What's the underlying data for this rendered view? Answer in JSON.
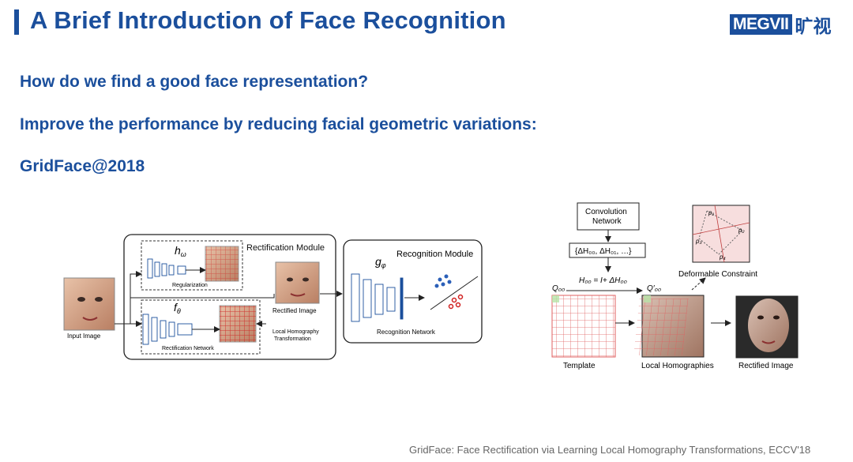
{
  "header": {
    "title": "A Brief Introduction of Face Recognition",
    "logo_text": "MEGVII",
    "logo_cn": "旷视",
    "accent_color": "#1b4f9c"
  },
  "bullets": [
    "How do we find a good face representation?",
    "Improve the performance by reducing facial geometric variations:",
    "GridFace@2018"
  ],
  "left_diagram": {
    "rectification_module": "Rectification Module",
    "h_omega": "h",
    "h_omega_sub": "ω",
    "regularization": "Regularization",
    "f_theta": "f",
    "f_theta_sub": "θ",
    "rectification_network": "Rectification Network",
    "input_image": "Input Image",
    "rectified_image": "Rectified Image",
    "local_homography_1": "Local Homography",
    "local_homography_2": "Transformation",
    "recognition_module": "Recognition Module",
    "g_phi": "g",
    "g_phi_sub": "φ",
    "recognition_network": "Recognition Network"
  },
  "right_diagram": {
    "conv_1": "Convolution",
    "conv_2": "Network",
    "delta_set": "{ΔH₀₀, ΔH₀₁, …}",
    "q00": "Q₀₀",
    "q00_prime": "Q′₀₀",
    "homography_eq": "H₀₀ = I+ ΔH₀₀",
    "deformable": "Deformable Constraint",
    "p1": "p₁",
    "p2": "p₂",
    "p3": "p₃",
    "p4": "p₄",
    "template": "Template",
    "local_homographies": "Local Homographies",
    "rectified_image": "Rectified Image"
  },
  "citation": "GridFace: Face Rectification via Learning Local Homography Transformations, ECCV'18"
}
